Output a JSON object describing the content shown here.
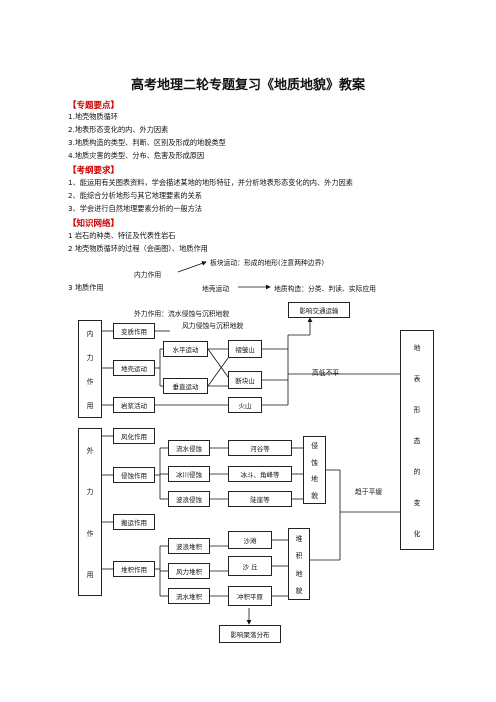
{
  "title": "高考地理二轮专题复习《地质地貌》教案",
  "sections": {
    "key_points": {
      "header": "【专题要点】",
      "items": [
        "1.地壳物质循环",
        "2.地表形态变化的内、外力因素",
        "3.地质构造的类型、判断、区别及形成的地貌类型",
        "4.地质灾害的类型、分布、危害及形成原因"
      ]
    },
    "requirements": {
      "header": "【考纲要求】",
      "items": [
        "1、能运用有关图表资料，学会描述某地的地形特征，并分析地表形态变化的内、外力因素",
        "2、能综合分析地形与其它地理要素的关系",
        "3、学会进行自然地理要素分析的一般方法"
      ]
    },
    "knowledge": {
      "header": "【知识网络】",
      "line1": "1  岩石的种类、特征及代表性岩石",
      "line2": "2 地壳物质循环的过程（会画图）、地质作用",
      "plate": "板块运动：形成的地形(注意两种边界)",
      "inner_force": "内力作用",
      "line3_lead": "3 地质作用",
      "crust_move": "地壳运动",
      "structure": "地质构造：分类、判读、实际应用"
    }
  },
  "diagram": {
    "external_note_1": "外力作用：流水侵蚀与沉积地貌",
    "external_note_2": "风力侵蚀与沉积地貌",
    "traffic": "影响交通运输",
    "inner_label": [
      "内",
      "力",
      "作",
      "用"
    ],
    "metamorphism": "变质作用",
    "crust_move": "地壳运动",
    "magma": "岩浆活动",
    "horizontal": "水平运动",
    "vertical": "垂直运动",
    "fold": "褶皱山",
    "fault_block": "断块山",
    "volcano": "火山",
    "uneven": "高低不平",
    "landform_change": [
      "地",
      "表",
      "形",
      "态",
      "的",
      "变",
      "化"
    ],
    "outer_label": [
      "外",
      "力",
      "作",
      "用"
    ],
    "weathering": "风化作用",
    "erosion": "侵蚀作用",
    "transport": "搬运作用",
    "deposition": "堆积作用",
    "running_water_erosion": "流水侵蚀",
    "glacier_erosion": "冰川侵蚀",
    "wave_erosion": "波浪侵蚀",
    "valley": "河谷等",
    "glacier_forms": "冰斗、角峰等",
    "cliff": "陡崖等",
    "erosion_landform": [
      "侵",
      "蚀",
      "地",
      "貌"
    ],
    "tend_flat": "趋于平缓",
    "wave_deposit": "波浪堆积",
    "wind_deposit": "风力堆积",
    "water_deposit": "流水堆积",
    "beach": "沙滩",
    "dune": "沙    丘",
    "alluvial": "冲积平原",
    "deposit_landform": [
      "堆",
      "积",
      "地",
      "貌"
    ],
    "settlement": "影响聚落分布"
  }
}
